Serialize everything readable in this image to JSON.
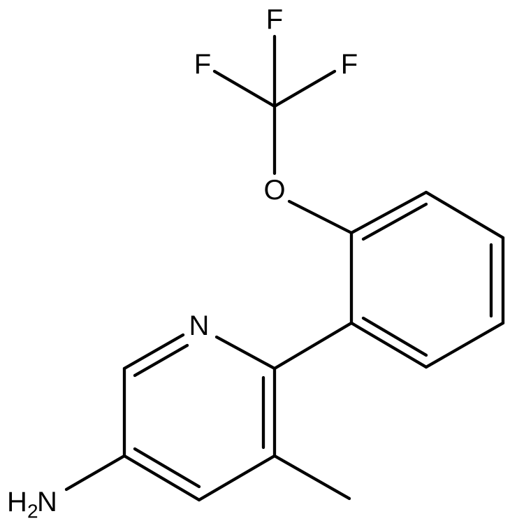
{
  "molecule": {
    "atoms": {
      "f_top": "F",
      "f_left": "F",
      "f_right": "F",
      "oxygen": "O",
      "nitrogen": "N",
      "amine_h": "H",
      "amine_sub": "2",
      "amine_n": "N"
    }
  }
}
